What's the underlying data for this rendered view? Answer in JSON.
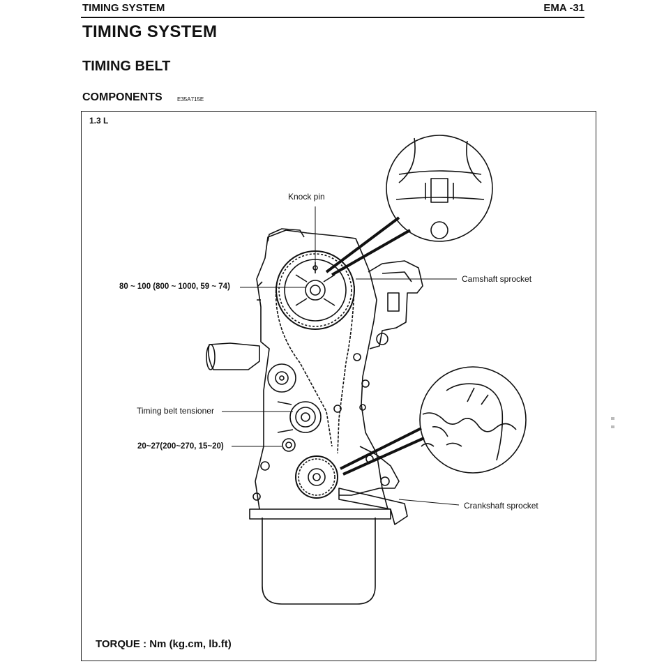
{
  "header": {
    "section": "TIMING SYSTEM",
    "page": "EMA -31"
  },
  "title": "TIMING SYSTEM",
  "subtitle": "TIMING BELT",
  "components": {
    "heading": "COMPONENTS",
    "code": "E35A715E"
  },
  "figure": {
    "variant": "1.3 L",
    "labels": {
      "knock_pin": "Knock pin",
      "camshaft_sprocket": "Camshaft sprocket",
      "camshaft_torque": "80 ~ 100 (800 ~ 1000, 59 ~ 74)",
      "timing_belt_tensioner": "Timing belt tensioner",
      "tensioner_torque": "20~27(200~270, 15~20)",
      "crankshaft_sprocket": "Crankshaft sprocket"
    },
    "torque_note": "TORQUE : Nm (kg.cm, lb.ft)"
  }
}
